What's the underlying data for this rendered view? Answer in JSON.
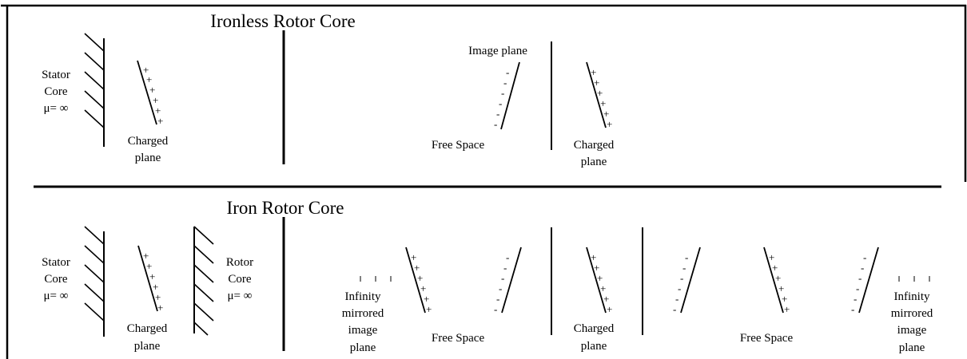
{
  "top_panel": {
    "title": "Ironless Rotor Core",
    "stator_label": [
      "Stator",
      "Core",
      "μ= ∞"
    ],
    "charged_plane_label": [
      "Charged",
      "plane"
    ],
    "image_plane_label": "Image plane",
    "free_space_label": "Free Space",
    "charged_plane_label_2": [
      "Charged",
      "plane"
    ]
  },
  "bottom_panel": {
    "title": "Iron Rotor Core",
    "stator_label": [
      "Stator",
      "Core",
      "μ= ∞"
    ],
    "rotor_label": [
      "Rotor",
      "Core",
      "μ= ∞"
    ],
    "charged_plane_label": [
      "Charged",
      "plane"
    ],
    "infinity_label_left": [
      "Infinity",
      "mirrored",
      "image",
      "plane"
    ],
    "free_space_label_left": "Free Space",
    "charged_plane_label_2": [
      "Charged",
      "plane"
    ],
    "free_space_label_right": "Free Space",
    "infinity_label_right": [
      "Infinity",
      "mirrored",
      "image",
      "plane"
    ]
  },
  "symbols": {
    "plus": "+",
    "minus": "-",
    "dots": "| | |"
  }
}
